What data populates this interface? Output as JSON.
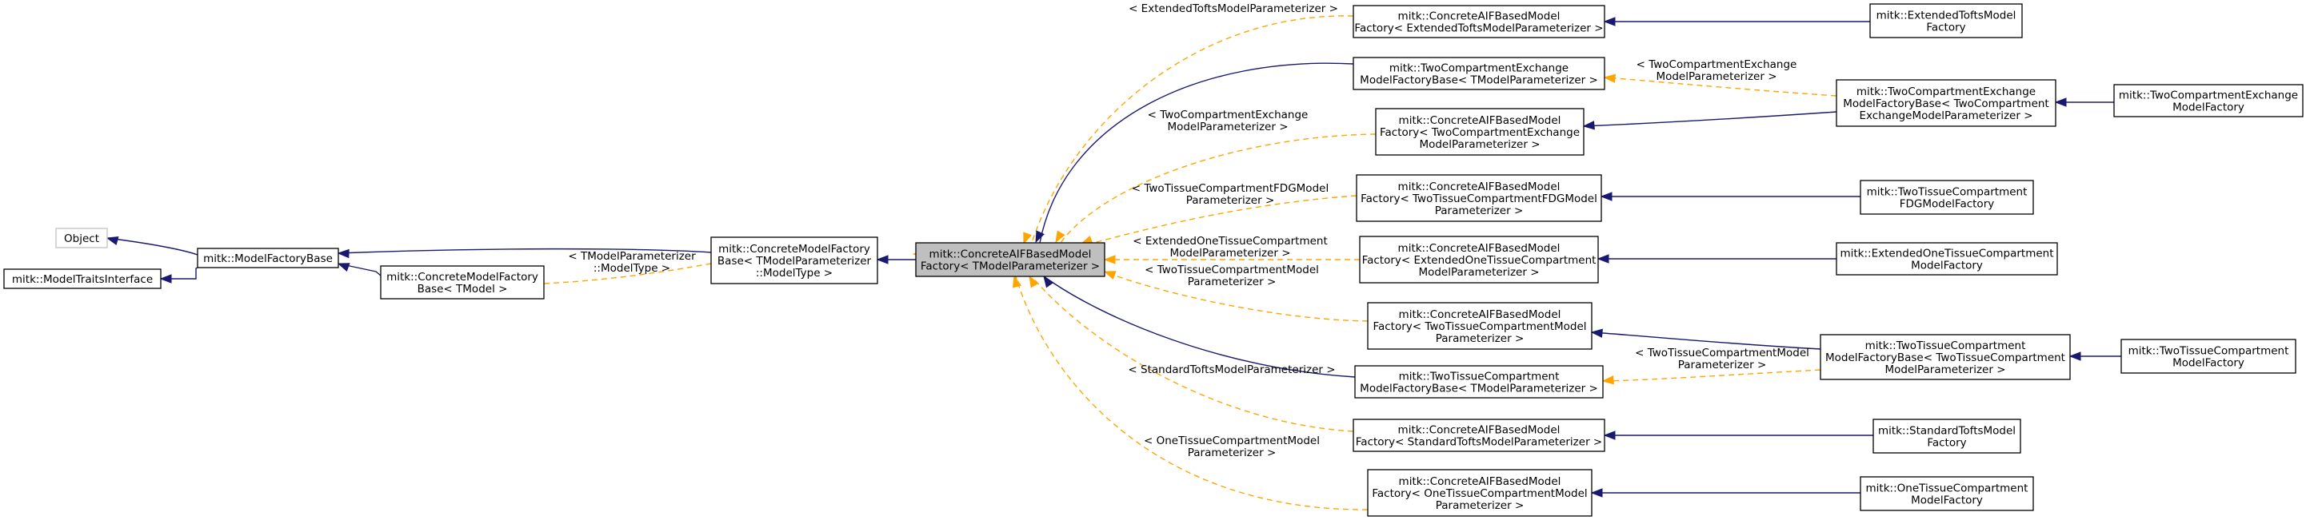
{
  "nodes": {
    "object": [
      "Object"
    ],
    "traits": [
      "mitk::ModelTraitsInterface"
    ],
    "base": [
      "mitk::ModelFactoryBase"
    ],
    "cmf_tmodel": [
      "mitk::ConcreteModelFactory",
      "Base< TModel >"
    ],
    "cmf_param": [
      "mitk::ConcreteModelFactory",
      "Base< TModelParameterizer",
      "::ModelType >"
    ],
    "focus": [
      "mitk::ConcreteAIFBasedModel",
      "Factory< TModelParameterizer >"
    ],
    "aif_ext_tofts": [
      "mitk::ConcreteAIFBasedModel",
      "Factory< ExtendedToftsModelParameterizer >"
    ],
    "twocx_base": [
      "mitk::TwoCompartmentExchange",
      "ModelFactoryBase< TModelParameterizer >"
    ],
    "aif_twocx": [
      "mitk::ConcreteAIFBasedModel",
      "Factory< TwoCompartmentExchange",
      "ModelParameterizer >"
    ],
    "aif_fdg": [
      "mitk::ConcreteAIFBasedModel",
      "Factory< TwoTissueCompartmentFDGModel",
      "Parameterizer >"
    ],
    "aif_ext1tc": [
      "mitk::ConcreteAIFBasedModel",
      "Factory< ExtendedOneTissueCompartment",
      "ModelParameterizer >"
    ],
    "aif_2tc": [
      "mitk::ConcreteAIFBasedModel",
      "Factory< TwoTissueCompartmentModel",
      "Parameterizer >"
    ],
    "twotc_base": [
      "mitk::TwoTissueCompartment",
      "ModelFactoryBase< TModelParameterizer >"
    ],
    "aif_std_tofts": [
      "mitk::ConcreteAIFBasedModel",
      "Factory< StandardToftsModelParameterizer >"
    ],
    "aif_1tc": [
      "mitk::ConcreteAIFBasedModel",
      "Factory< OneTissueCompartmentModel",
      "Parameterizer >"
    ],
    "ext_tofts_factory": [
      "mitk::ExtendedToftsModel",
      "Factory"
    ],
    "twocx_base_inst": [
      "mitk::TwoCompartmentExchange",
      "ModelFactoryBase< TwoCompartment",
      "ExchangeModelParameterizer >"
    ],
    "twocx_factory": [
      "mitk::TwoCompartmentExchange",
      "ModelFactory"
    ],
    "fdg_factory": [
      "mitk::TwoTissueCompartment",
      "FDGModelFactory"
    ],
    "ext1tc_factory": [
      "mitk::ExtendedOneTissueCompartment",
      "ModelFactory"
    ],
    "twotc_base_inst": [
      "mitk::TwoTissueCompartment",
      "ModelFactoryBase< TwoTissueCompartment",
      "ModelParameterizer >"
    ],
    "twotc_factory": [
      "mitk::TwoTissueCompartment",
      "ModelFactory"
    ],
    "std_tofts_factory": [
      "mitk::StandardToftsModel",
      "Factory"
    ],
    "onetc_factory": [
      "mitk::OneTissueCompartment",
      "ModelFactory"
    ]
  },
  "edge_labels": {
    "tmodel_param": [
      "< TModelParameterizer",
      "::ModelType >"
    ],
    "ext_tofts": [
      "< ExtendedToftsModelParameterizer >"
    ],
    "twocx": [
      "< TwoCompartmentExchange",
      "ModelParameterizer >"
    ],
    "fdg": [
      "< TwoTissueCompartmentFDGModel",
      "Parameterizer >"
    ],
    "ext1tc": [
      "< ExtendedOneTissueCompartment",
      "ModelParameterizer >"
    ],
    "twotc": [
      "< TwoTissueCompartmentModel",
      "Parameterizer >"
    ],
    "std_tofts": [
      "< StandardToftsModelParameterizer >"
    ],
    "onetc": [
      "< OneTissueCompartmentModel",
      "Parameterizer >"
    ],
    "twocx_inst": [
      "< TwoCompartmentExchange",
      "ModelParameterizer >"
    ],
    "twotc_inst": [
      "< TwoTissueCompartmentModel",
      "Parameterizer >"
    ]
  },
  "colors": {
    "inheritance_edge": "#191970",
    "template_instance_edge": "#ffa500",
    "focus_fill": "#bfbfbf",
    "external_node_border": "#bfbfbf"
  }
}
